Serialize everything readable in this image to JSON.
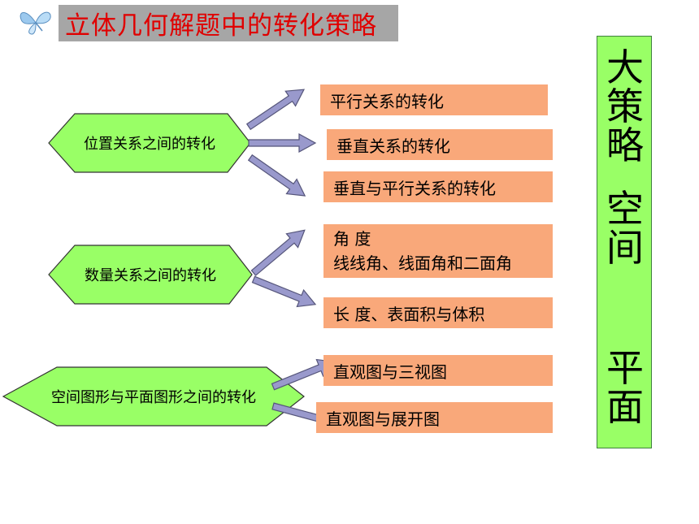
{
  "title": "立体几何解题中的转化策略",
  "groups": [
    {
      "label": "位置关系之间的转化",
      "items": [
        "平行关系的转化",
        "垂直关系的转化",
        "垂直与平行关系的转化"
      ]
    },
    {
      "label": "数量关系之间的转化",
      "items": [
        [
          "角  度",
          "线线角、线面角和二面角"
        ],
        "长  度、表面积与体积"
      ]
    },
    {
      "label": "空间图形与平面图形之间的转化",
      "items": [
        "直观图与三视图",
        "直观图与展开图"
      ]
    }
  ],
  "side_panel": {
    "heading_chars": [
      "大",
      "策",
      "略"
    ],
    "top_chars": [
      "空",
      "间"
    ],
    "bottom_chars": [
      "平",
      "面"
    ]
  },
  "colors": {
    "title_text": "#e00000",
    "title_bg": "#a6a6a6",
    "hexagon_fill": "#99ff66",
    "box_fill": "#f9a87a",
    "arrow_fill": "#9999cc",
    "side_panel_fill": "#99ff66"
  }
}
